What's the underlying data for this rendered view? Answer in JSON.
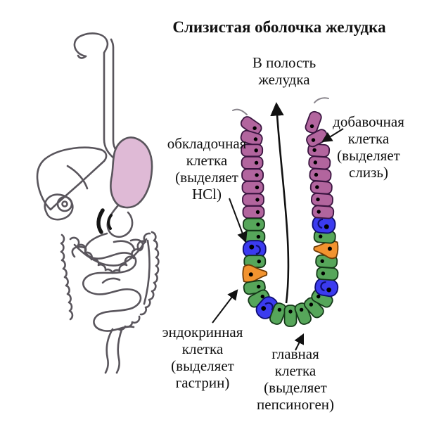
{
  "title": "Слизистая оболочка желудка",
  "lumen_label": "В полость\nжелудка",
  "labels": {
    "accessory": "добавочная\nклетка\n(выделяет\nслизь)",
    "parietal": "обкладочная\nклетка\n(выделяет\nHCl)",
    "endocrine": "эндокринная\nклетка\n(выделяет\nгастрин)",
    "chief": "главная\nклетка\n(выделяет\nпепсиноген)"
  },
  "colors": {
    "mucous_fill": "#b2659e",
    "mucous_stroke": "#3a1540",
    "chief_fill": "#56a65a",
    "chief_stroke": "#143818",
    "parietal_fill": "#3b3bef",
    "parietal_stroke": "#0d0d70",
    "endocrine_fill": "#f2932f",
    "endocrine_stroke": "#6e3a05",
    "nucleus": "#000000",
    "stomach_fill": "#dfbad6",
    "outline_gray": "#59555c",
    "surface_gray": "#8a868d",
    "arrow": "#111111"
  },
  "gland": {
    "left_wall_top_to_bottom": [
      "mucous",
      "mucous",
      "mucous",
      "mucous",
      "mucous",
      "mucous",
      "mucous",
      "mucous",
      "chief",
      "chief",
      "parietal",
      "chief",
      "endocrine"
    ],
    "bottom_arc_left_to_right": [
      "chief",
      "chief",
      "parietal",
      "chief",
      "chief",
      "chief",
      "chief",
      "chief",
      "parietal"
    ],
    "right_wall_bottom_to_top": [
      "chief",
      "chief",
      "endocrine",
      "chief",
      "parietal",
      "mucous",
      "mucous",
      "mucous",
      "mucous",
      "mucous",
      "mucous",
      "mucous",
      "mucous"
    ]
  }
}
